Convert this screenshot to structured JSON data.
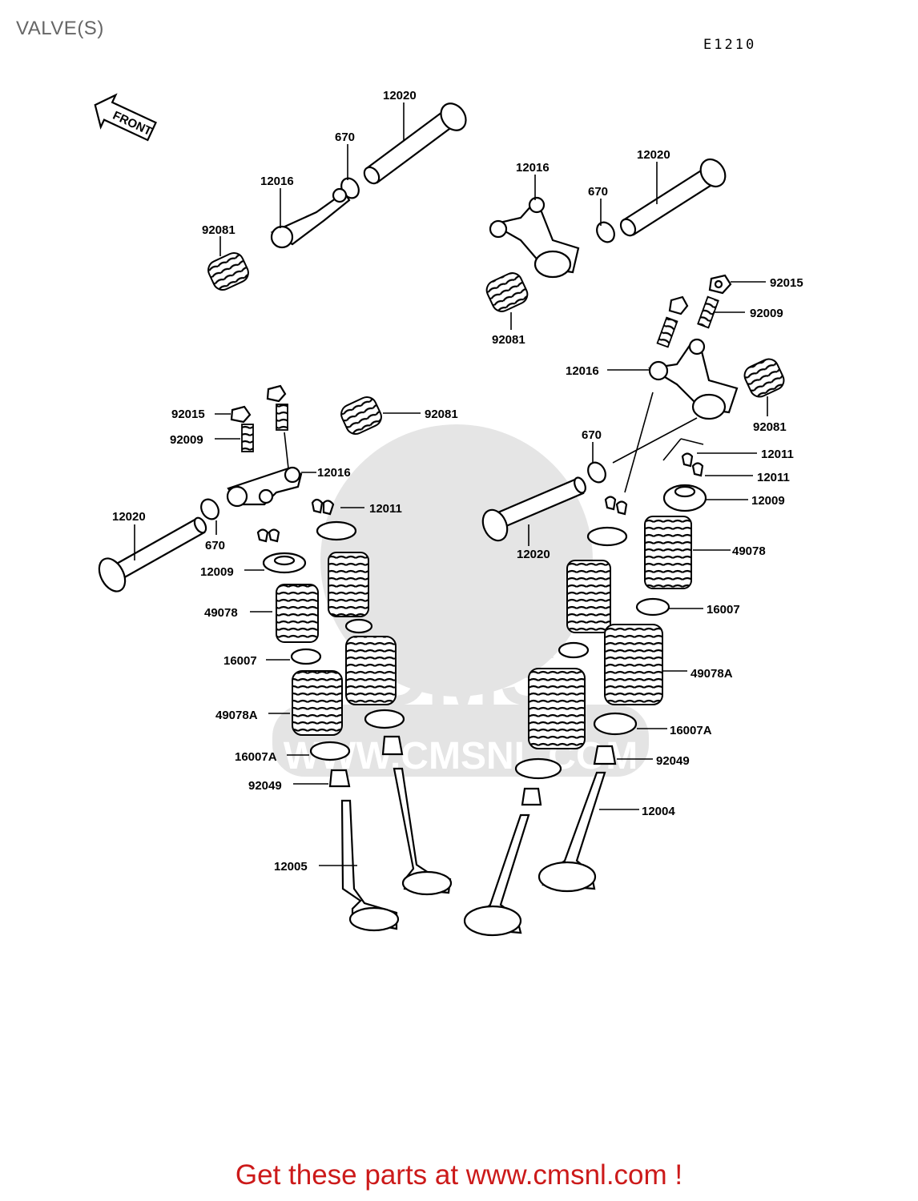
{
  "header": {
    "title": "VALVE(S)",
    "diagram_code": "E1210"
  },
  "orientation": {
    "front_label": "FRONT"
  },
  "parts": {
    "p12020": "12020",
    "p670": "670",
    "p12016": "12016",
    "p92081": "92081",
    "p92015": "92015",
    "p92009": "92009",
    "p12011": "12011",
    "p12009": "12009",
    "p49078": "49078",
    "p16007": "16007",
    "p49078A": "49078A",
    "p16007A": "16007A",
    "p92049": "92049",
    "p12005": "12005",
    "p12004": "12004"
  },
  "watermark": {
    "brand": "CMS",
    "url": "WWW.CMSNL.COM"
  },
  "footer": {
    "cta": "Get these parts at www.cmsnl.com !"
  }
}
